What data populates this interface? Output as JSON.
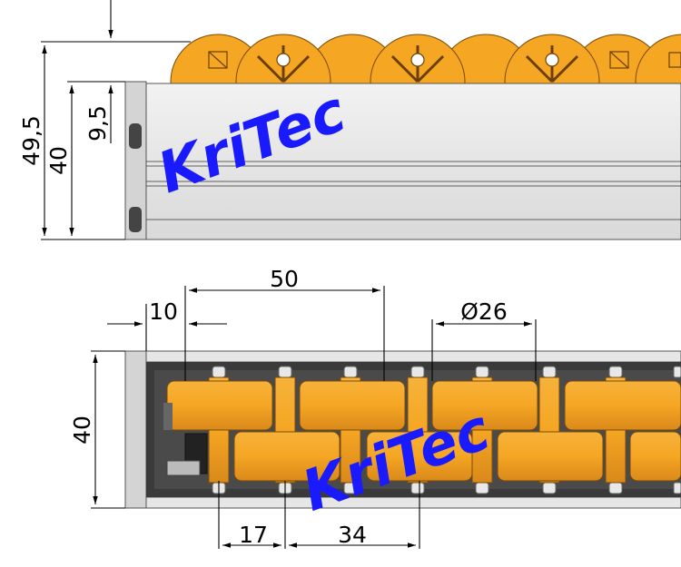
{
  "drawing": {
    "watermark": "KriTec",
    "side_view": {
      "dimensions": {
        "total_height": "49,5",
        "rail_height": "40",
        "roller_protrusion": "9,5"
      }
    },
    "top_view": {
      "dimensions": {
        "edge_offset": "10",
        "pitch": "50",
        "roller_diameter": "Ø26",
        "rail_width": "40",
        "half_pitch": "17",
        "inner_pitch": "34"
      }
    },
    "colors": {
      "roller": "#f5a623",
      "rail": "#e6e6e6",
      "frame": "#3a3a3a",
      "watermark": "#1a1aff"
    }
  }
}
